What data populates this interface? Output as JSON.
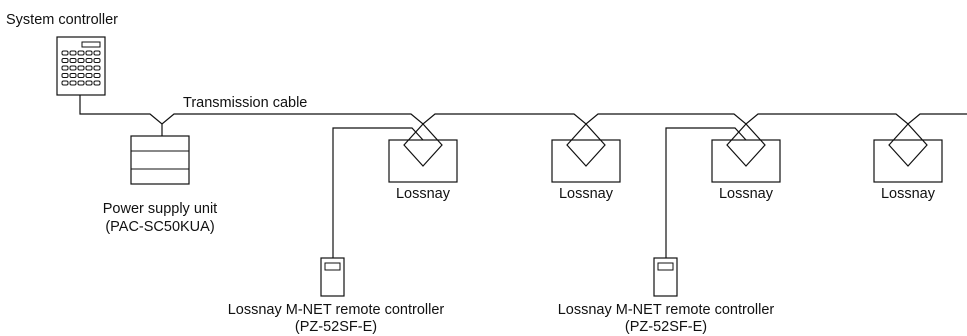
{
  "system_controller": {
    "label": "System controller",
    "icon": "system-controller-icon"
  },
  "transmission_cable": {
    "label": "Transmission cable"
  },
  "power_supply": {
    "name": "Power supply unit",
    "model": "(PAC-SC50KUA)",
    "icon": "power-supply-unit-icon"
  },
  "lossnay_units": [
    {
      "label": "Lossnay",
      "icon": "lossnay-unit-icon"
    },
    {
      "label": "Lossnay",
      "icon": "lossnay-unit-icon"
    },
    {
      "label": "Lossnay",
      "icon": "lossnay-unit-icon"
    },
    {
      "label": "Lossnay",
      "icon": "lossnay-unit-icon"
    }
  ],
  "remote_controllers": [
    {
      "name": "Lossnay M-NET remote controller",
      "model": "(PZ-52SF-E)",
      "icon": "remote-controller-icon"
    },
    {
      "name": "Lossnay M-NET remote controller",
      "model": "(PZ-52SF-E)",
      "icon": "remote-controller-icon"
    }
  ]
}
